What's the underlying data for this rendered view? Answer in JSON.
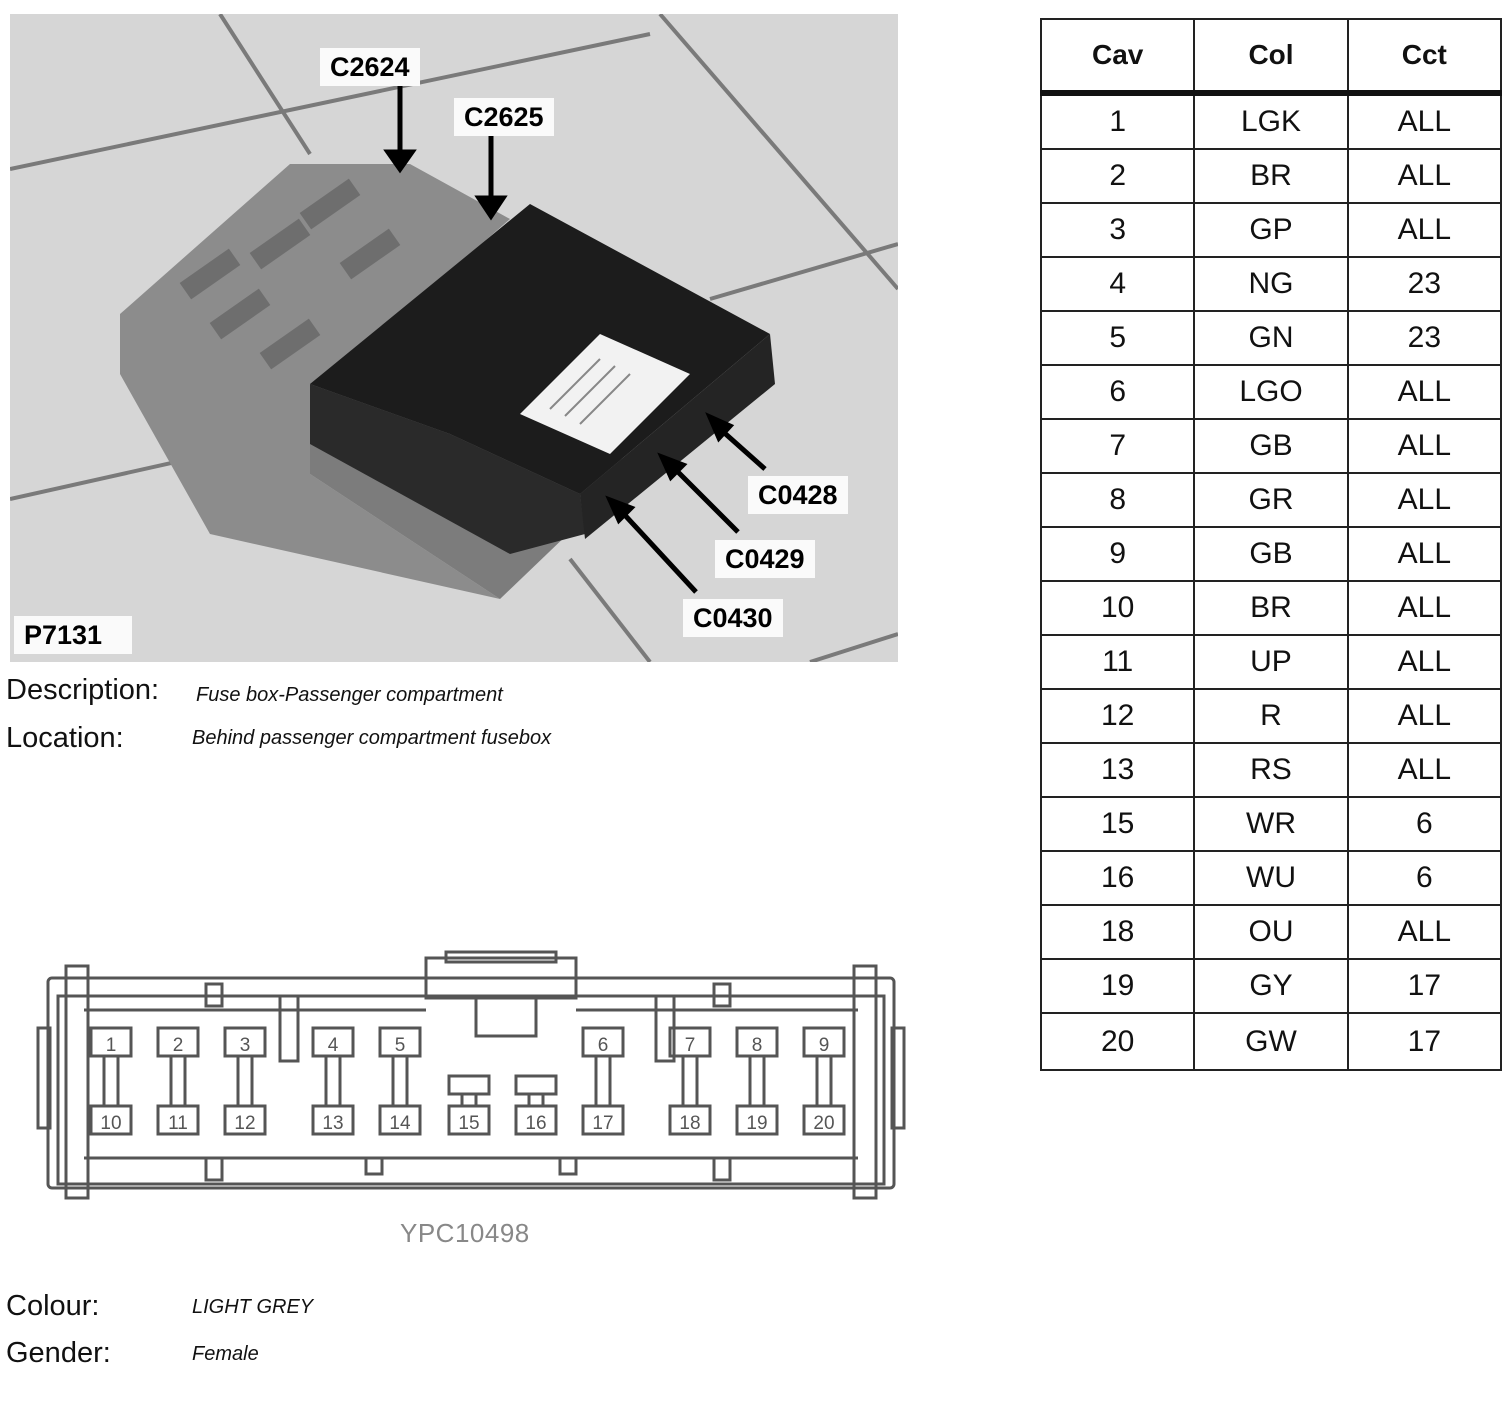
{
  "photo": {
    "ref": "P7131",
    "callouts": [
      "C2624",
      "C2625",
      "C0428",
      "C0429",
      "C0430"
    ]
  },
  "description": {
    "label": "Description:",
    "value": "Fuse box-Passenger compartment"
  },
  "location": {
    "label": "Location:",
    "value": "Behind passenger compartment fusebox"
  },
  "connector": {
    "drawing_code": "YPC10498",
    "top_row": [
      "1",
      "2",
      "3",
      "4",
      "5",
      "6",
      "7",
      "8",
      "9"
    ],
    "bottom_row": [
      "10",
      "11",
      "12",
      "13",
      "14",
      "15",
      "16",
      "17",
      "18",
      "19",
      "20"
    ]
  },
  "colour": {
    "label": "Colour:",
    "value": "LIGHT GREY"
  },
  "gender": {
    "label": "Gender:",
    "value": "Female"
  },
  "pin_table": {
    "headers": [
      "Cav",
      "Col",
      "Cct"
    ],
    "rows": [
      [
        "1",
        "LGK",
        "ALL"
      ],
      [
        "2",
        "BR",
        "ALL"
      ],
      [
        "3",
        "GP",
        "ALL"
      ],
      [
        "4",
        "NG",
        "23"
      ],
      [
        "5",
        "GN",
        "23"
      ],
      [
        "6",
        "LGO",
        "ALL"
      ],
      [
        "7",
        "GB",
        "ALL"
      ],
      [
        "8",
        "GR",
        "ALL"
      ],
      [
        "9",
        "GB",
        "ALL"
      ],
      [
        "10",
        "BR",
        "ALL"
      ],
      [
        "11",
        "UP",
        "ALL"
      ],
      [
        "12",
        "R",
        "ALL"
      ],
      [
        "13",
        "RS",
        "ALL"
      ],
      [
        "15",
        "WR",
        "6"
      ],
      [
        "16",
        "WU",
        "6"
      ],
      [
        "18",
        "OU",
        "ALL"
      ],
      [
        "19",
        "GY",
        "17"
      ],
      [
        "20",
        "GW",
        "17"
      ]
    ]
  }
}
